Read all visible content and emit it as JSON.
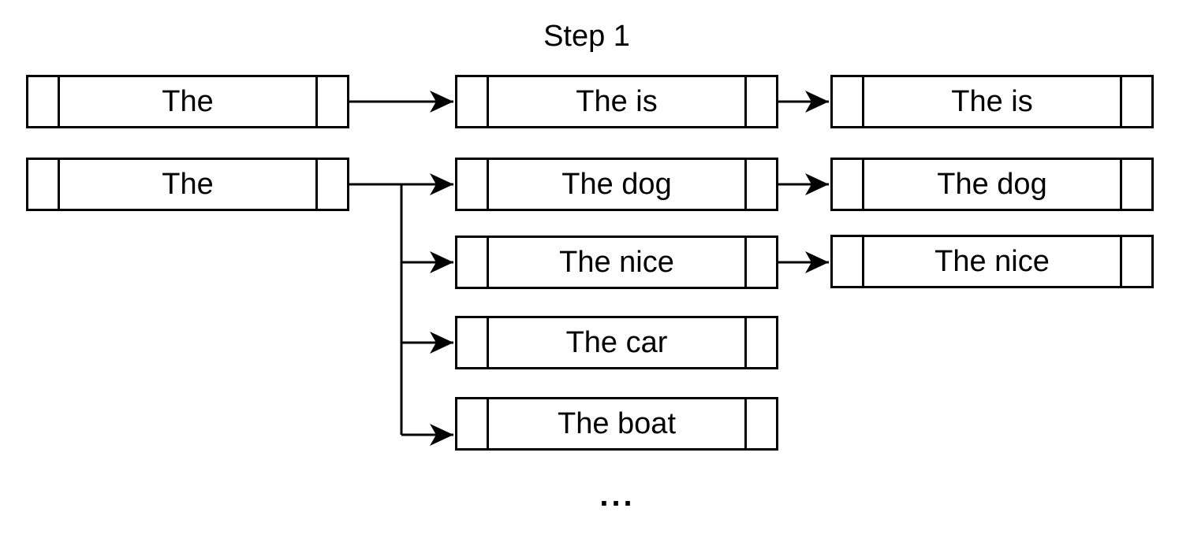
{
  "title": "Step 1",
  "ellipsis": "...",
  "colors": {
    "stroke": "#000000",
    "background": "#ffffff"
  },
  "boxes": [
    {
      "id": "left-1",
      "column": "input",
      "label": "The"
    },
    {
      "id": "left-2",
      "column": "input",
      "label": "The"
    },
    {
      "id": "mid-1",
      "column": "step1",
      "label": "The is"
    },
    {
      "id": "mid-2",
      "column": "step1",
      "label": "The dog"
    },
    {
      "id": "mid-3",
      "column": "step1",
      "label": "The nice"
    },
    {
      "id": "mid-4",
      "column": "step1",
      "label": "The car"
    },
    {
      "id": "mid-5",
      "column": "step1",
      "label": "The boat"
    },
    {
      "id": "right-1",
      "column": "output",
      "label": "The is"
    },
    {
      "id": "right-2",
      "column": "output",
      "label": "The dog"
    },
    {
      "id": "right-3",
      "column": "output",
      "label": "The nice"
    }
  ],
  "edges": [
    {
      "from": "left-1",
      "to": "mid-1"
    },
    {
      "from": "mid-1",
      "to": "right-1"
    },
    {
      "from": "left-2",
      "to": "mid-2"
    },
    {
      "from": "left-2",
      "to": "mid-3"
    },
    {
      "from": "left-2",
      "to": "mid-4"
    },
    {
      "from": "left-2",
      "to": "mid-5"
    },
    {
      "from": "mid-2",
      "to": "right-2"
    },
    {
      "from": "mid-3",
      "to": "right-3"
    }
  ]
}
